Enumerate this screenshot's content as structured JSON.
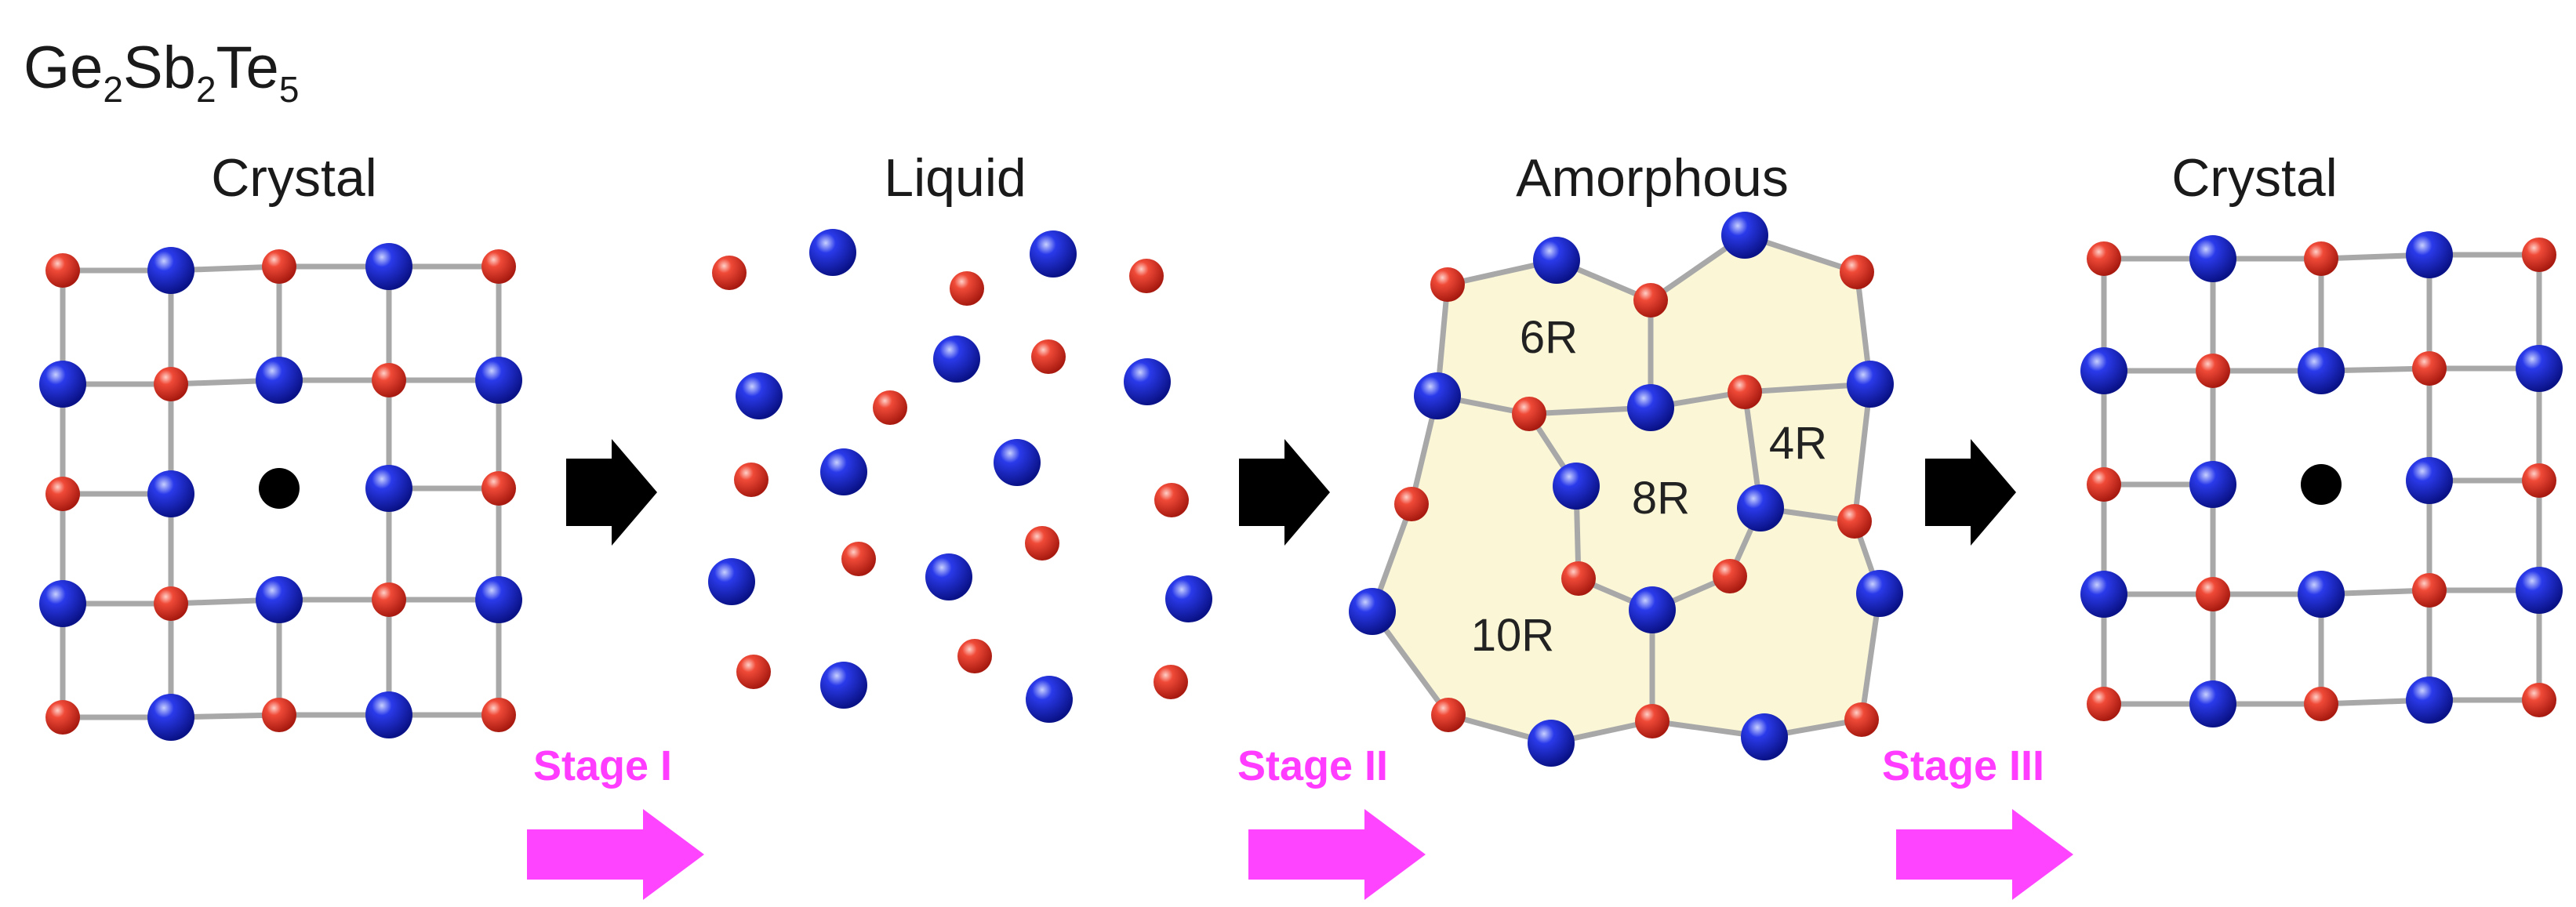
{
  "formula": {
    "base": [
      "Ge",
      "Sb",
      "Te"
    ],
    "subscripts": [
      "2",
      "2",
      "5"
    ]
  },
  "panels": {
    "crystal_left": "Crystal",
    "liquid": "Liquid",
    "amorphous": "Amorphous",
    "crystal_right": "Crystal"
  },
  "stages": [
    "Stage I",
    "Stage II",
    "Stage III"
  ],
  "rings": [
    "6R",
    "8R",
    "4R",
    "10R"
  ],
  "colors": {
    "red_atom": "#e8352a",
    "blue_atom": "#1f2fd0",
    "vacancy": "#000000",
    "bond": "#a8a8a8",
    "amorphous_fill": "#faf6d6",
    "black_arrow": "#000000",
    "stage_arrow": "#ff44ff",
    "stage_text": "#ff3cff"
  }
}
